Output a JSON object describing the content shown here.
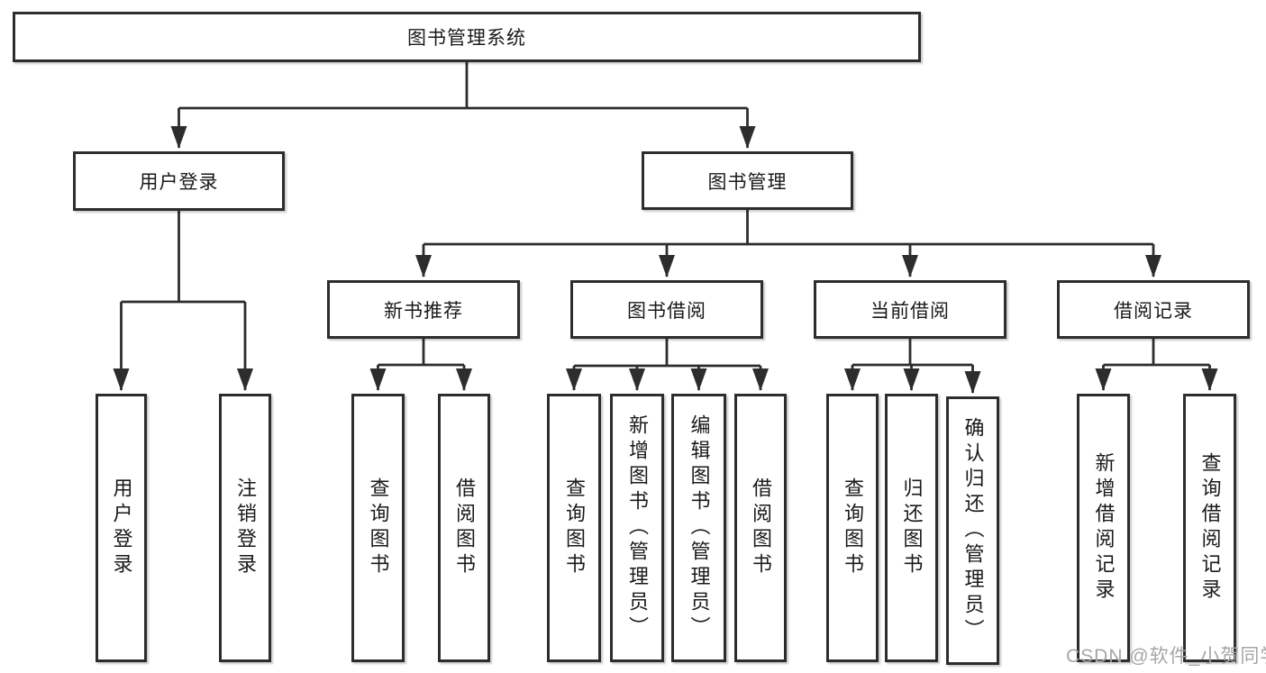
{
  "tree": {
    "label": "图书管理系统",
    "children": [
      {
        "label": "用户登录",
        "children": [
          {
            "label": "用户登录"
          },
          {
            "label": "注销登录"
          }
        ]
      },
      {
        "label": "图书管理",
        "children": [
          {
            "label": "新书推荐",
            "children": [
              {
                "label": "查询图书"
              },
              {
                "label": "借阅图书"
              }
            ]
          },
          {
            "label": "图书借阅",
            "children": [
              {
                "label": "查询图书"
              },
              {
                "label": "新增图书（管理员）"
              },
              {
                "label": "编辑图书（管理员）"
              },
              {
                "label": "借阅图书"
              }
            ]
          },
          {
            "label": "当前借阅",
            "children": [
              {
                "label": "查询图书"
              },
              {
                "label": "归还图书"
              },
              {
                "label": "确认归还（管理员）"
              }
            ]
          },
          {
            "label": "借阅记录",
            "children": [
              {
                "label": "新增借阅记录"
              },
              {
                "label": "查询借阅记录"
              }
            ]
          }
        ]
      }
    ]
  },
  "watermark": {
    "text": "CSDN @软件_小贺同学"
  },
  "colors": {
    "line": "#2d2d2d",
    "box_border": "#2d2d2d",
    "box_fill": "#ffffff",
    "text": "#1a1a1a",
    "watermark": "#a6a6a6",
    "background": "#ffffff"
  }
}
